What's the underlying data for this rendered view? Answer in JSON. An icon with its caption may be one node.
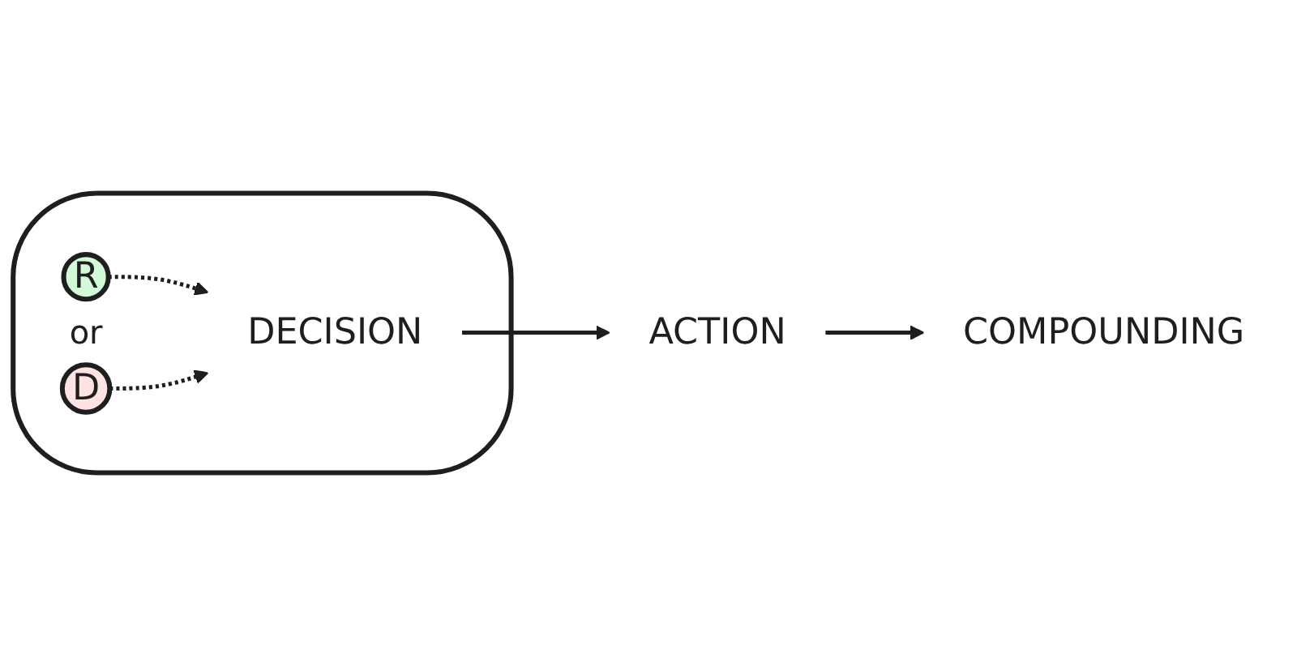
{
  "diagram": {
    "nodes": [
      {
        "text": [],
        "shape": "blob"
      },
      {
        "text": [
          "R"
        ],
        "in": 0
      },
      {
        "text": [
          "D"
        ],
        "in": 0
      },
      {
        "text": [
          "DECISION"
        ],
        "in": 0
      },
      {
        "text": [
          "ACTION"
        ]
      },
      {
        "text": [
          "COMPOUNDING"
        ]
      }
    ],
    "edges": [
      {
        "from": 1,
        "to": 3,
        "arrow": "to",
        "style": "dashed"
      },
      {
        "from": 2,
        "to": 3,
        "arrow": "to",
        "style": "dashed"
      },
      {
        "from": 3,
        "to": 4,
        "arrow": "to"
      },
      {
        "from": 4,
        "to": 5,
        "arrow": "to"
      }
    ],
    "labels": [
      "or"
    ]
  }
}
